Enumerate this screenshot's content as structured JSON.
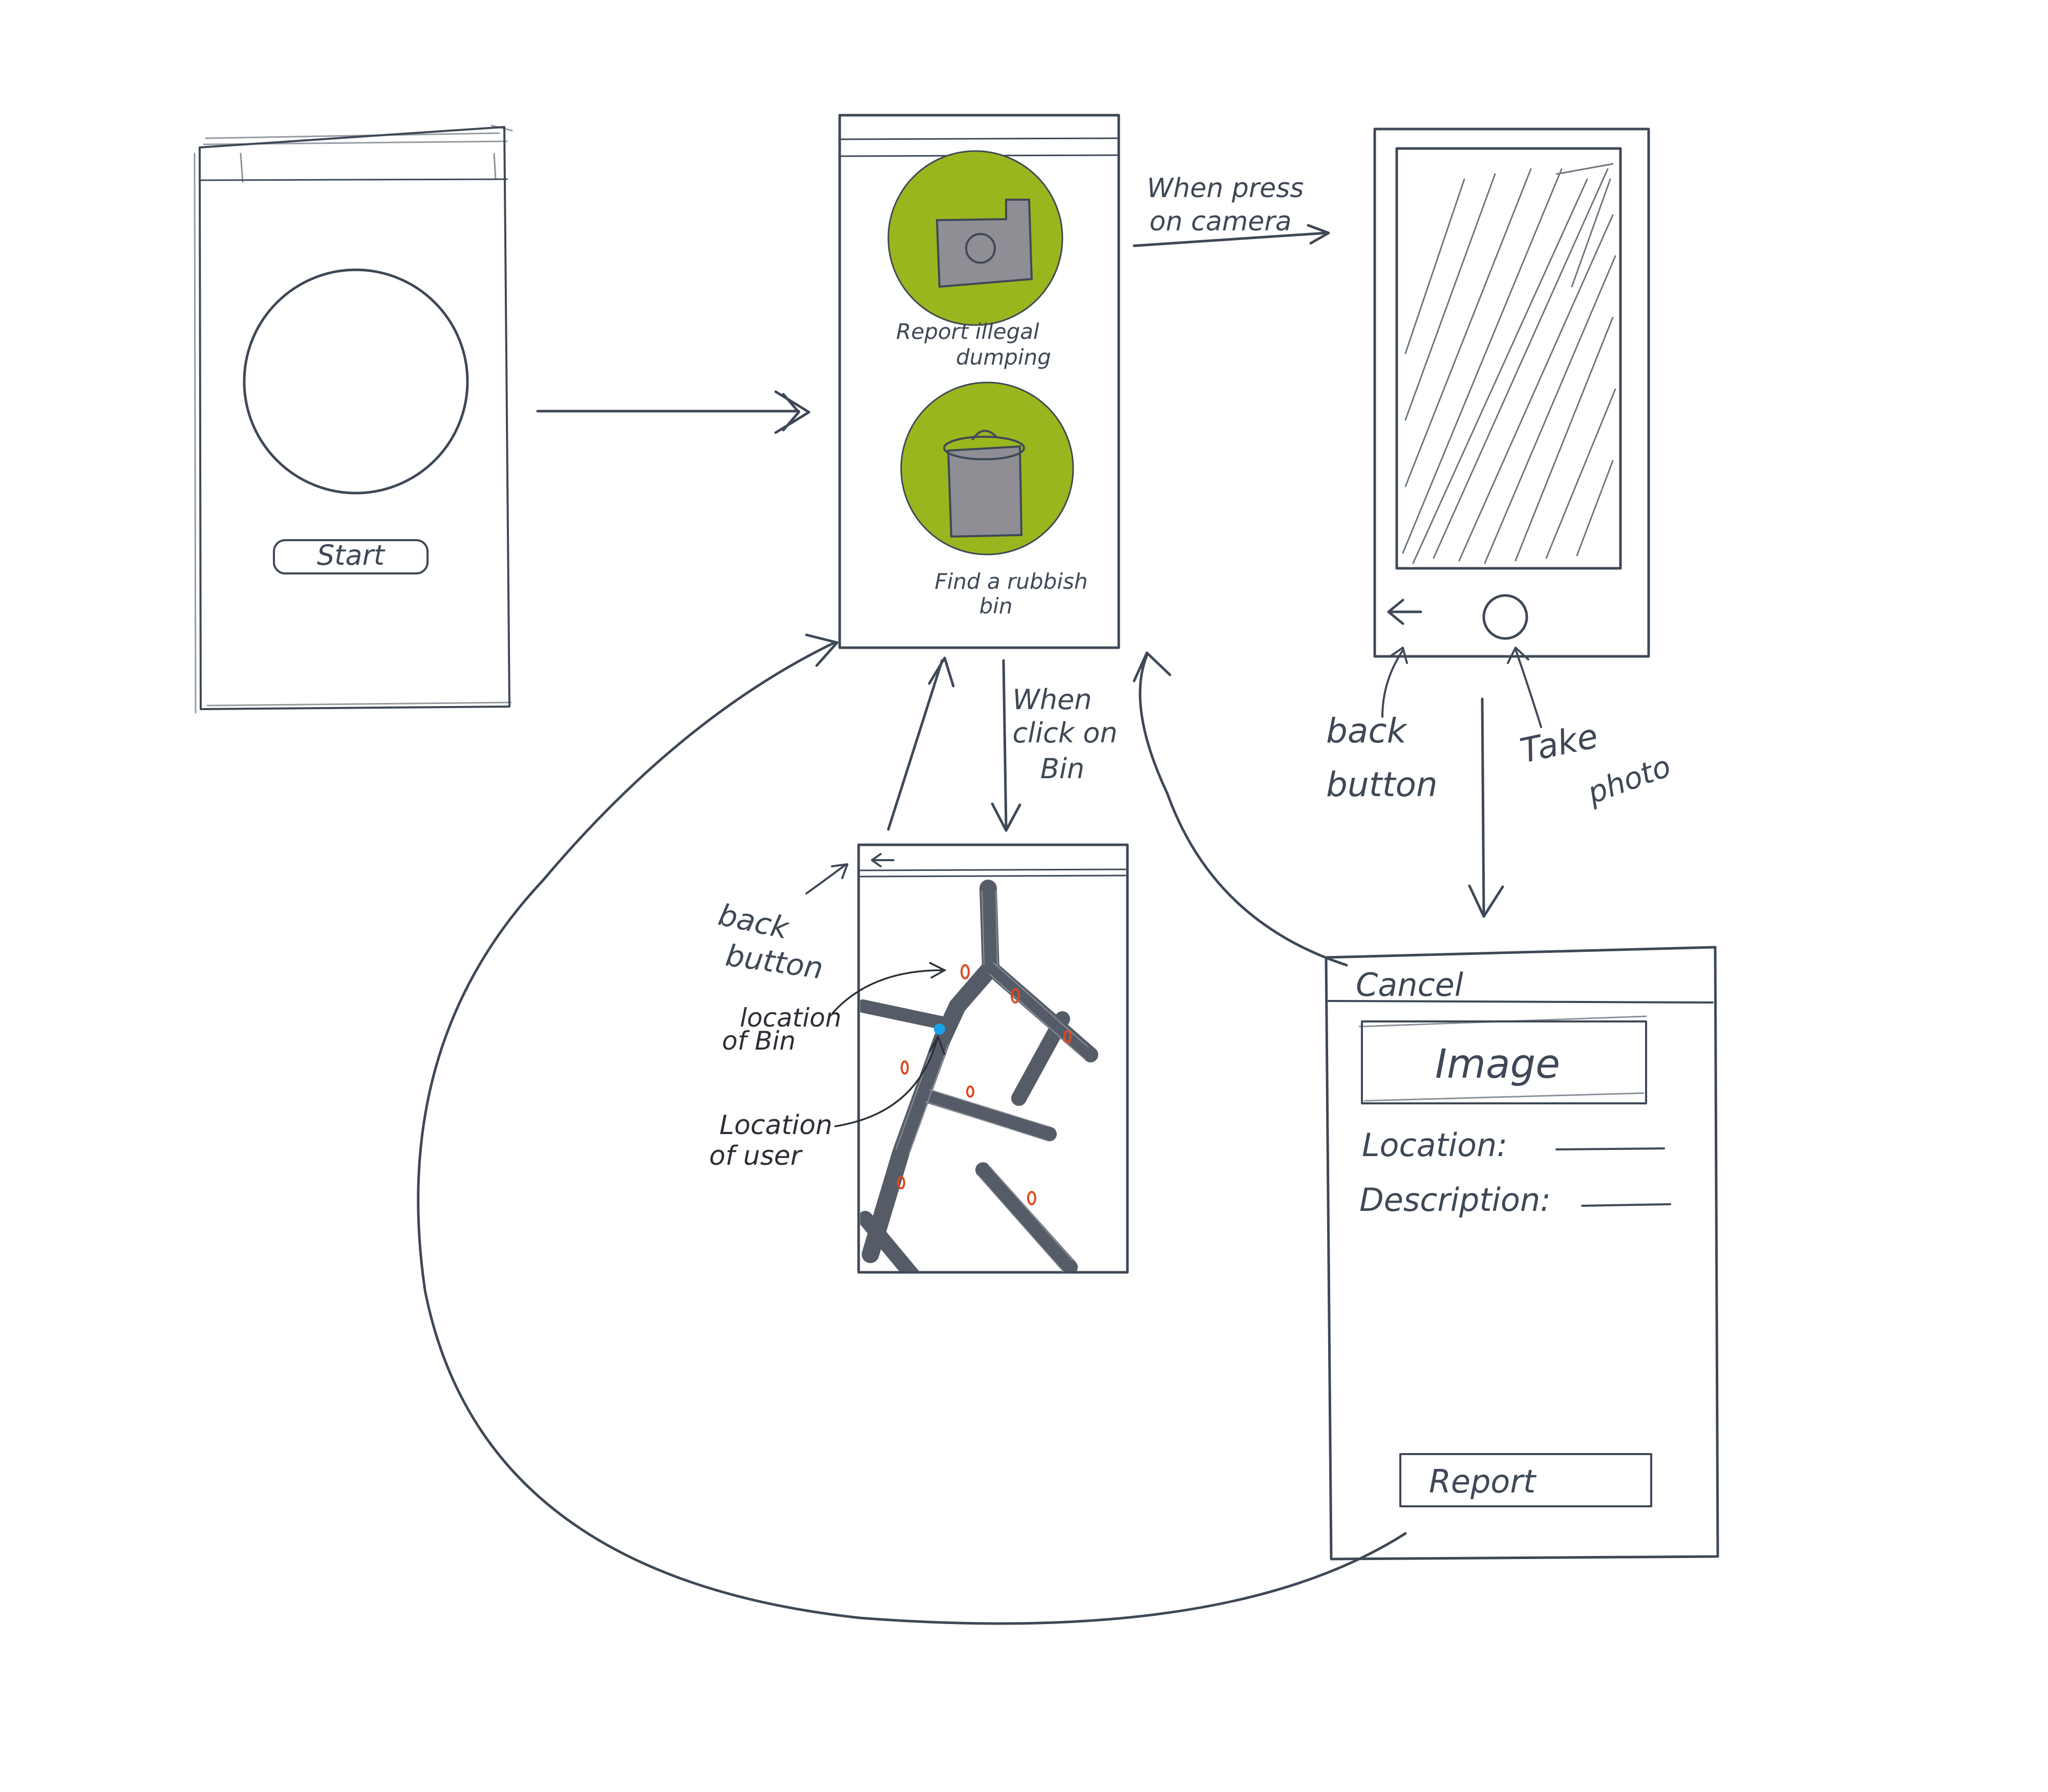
{
  "colors": {
    "ink": "#3e4856",
    "accent_green": "#9ab61e",
    "icon_gray": "#8e8e94",
    "pin_red": "#e0471f",
    "user_blue": "#1aa3e6"
  },
  "screens": {
    "splash": {
      "start_label": "Start"
    },
    "home": {
      "report_label_1": "Report illegal",
      "report_label_2": "dumping",
      "bin_label_1": "Find a rubbish",
      "bin_label_2": "bin",
      "report_icon": "camera-icon",
      "bin_icon": "trash-bin-icon"
    },
    "camera": {
      "back_icon": "back-arrow-icon",
      "shutter_icon": "shutter-circle-icon"
    },
    "map": {
      "back_icon": "back-arrow-icon"
    },
    "report_form": {
      "cancel_label": "Cancel",
      "image_label": "Image",
      "location_label": "Location:",
      "description_label": "Description:",
      "report_button_label": "Report"
    }
  },
  "annotations": {
    "when_press_1": "When press",
    "when_press_2": "on camera",
    "when_click_1": "When",
    "when_click_2": "click on",
    "when_click_3": "Bin",
    "back_button_cam_1": "back",
    "back_button_cam_2": "button",
    "take_photo_1": "Take",
    "take_photo_2": "photo",
    "back_button_map_1": "back",
    "back_button_map_2": "button",
    "location_bin_1": "location",
    "location_bin_2": "of Bin",
    "location_user_1": "Location",
    "location_user_2": "of user"
  }
}
